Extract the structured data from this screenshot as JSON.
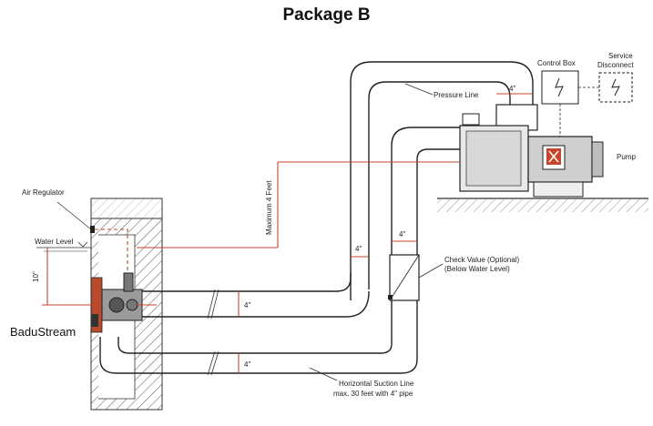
{
  "title": "Package B",
  "labels": {
    "control_box": "Control Box",
    "service_disconnect_1": "Service",
    "service_disconnect_2": "Disconnect",
    "pressure_line": "Pressure Line",
    "pump": "Pump",
    "air_regulator": "Air Regulator",
    "water_level": "Water Level",
    "max_height": "Maximum 4 Feet",
    "check_valve_1": "Check Value (Optional)",
    "check_valve_2": "(Below Water Level)",
    "badustream": "BaduStream",
    "suction_1": "Horizontal Suction Line",
    "suction_2": "max. 30 feet with 4\" pipe",
    "dim_10": "10\"",
    "dim_4_top": "4\"",
    "dim_4_mid": "4\"",
    "dim_4_check": "4\"",
    "dim_4_pipe_upper": "4\"",
    "dim_4_pipe_lower": "4\""
  },
  "colors": {
    "line": "#222222",
    "accent_red": "#c8442a",
    "hatch": "#555555"
  }
}
